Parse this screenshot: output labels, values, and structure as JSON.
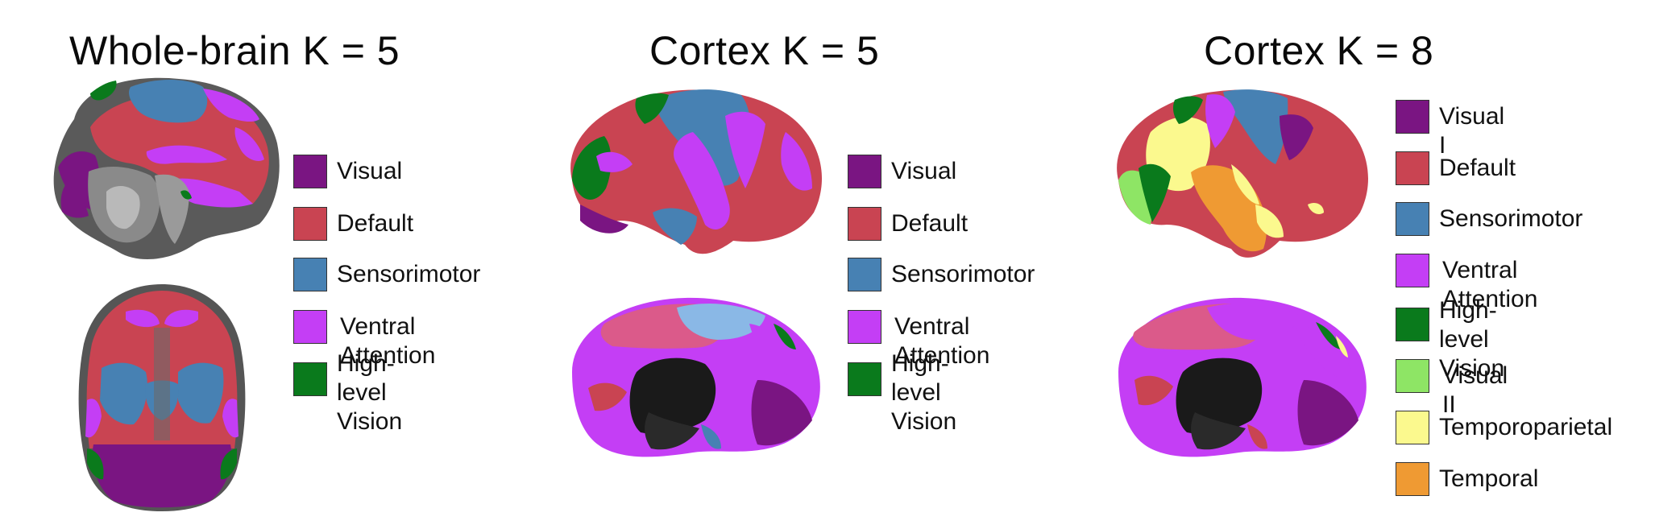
{
  "panels": [
    {
      "title": "Whole-brain K = 5",
      "legend": [
        {
          "label": "Visual",
          "color": "#7a1582"
        },
        {
          "label": "Default",
          "color": "#c94452"
        },
        {
          "label": "Sensorimotor",
          "color": "#4781b3"
        },
        {
          "label": "Ventral Attention",
          "color": "#c43ef5"
        },
        {
          "label": "High-level\nVision",
          "color": "#0a7a1c"
        }
      ]
    },
    {
      "title": "Cortex K = 5",
      "legend": [
        {
          "label": "Visual",
          "color": "#7a1582"
        },
        {
          "label": "Default",
          "color": "#c94452"
        },
        {
          "label": "Sensorimotor",
          "color": "#4781b3"
        },
        {
          "label": "Ventral Attention",
          "color": "#c43ef5"
        },
        {
          "label": "High-level\nVision",
          "color": "#0a7a1c"
        }
      ]
    },
    {
      "title": "Cortex K = 8",
      "legend": [
        {
          "label": "Visual I",
          "color": "#7a1582"
        },
        {
          "label": "Default",
          "color": "#c94452"
        },
        {
          "label": "Sensorimotor",
          "color": "#4781b3"
        },
        {
          "label": "Ventral Attention",
          "color": "#c43ef5"
        },
        {
          "label": "High-level\nVision",
          "color": "#0a7a1c"
        },
        {
          "label": "Visual II",
          "color": "#8ee565"
        },
        {
          "label": "Temporoparietal",
          "color": "#fbf98e"
        },
        {
          "label": "Temporal",
          "color": "#ef9a33"
        }
      ]
    }
  ]
}
